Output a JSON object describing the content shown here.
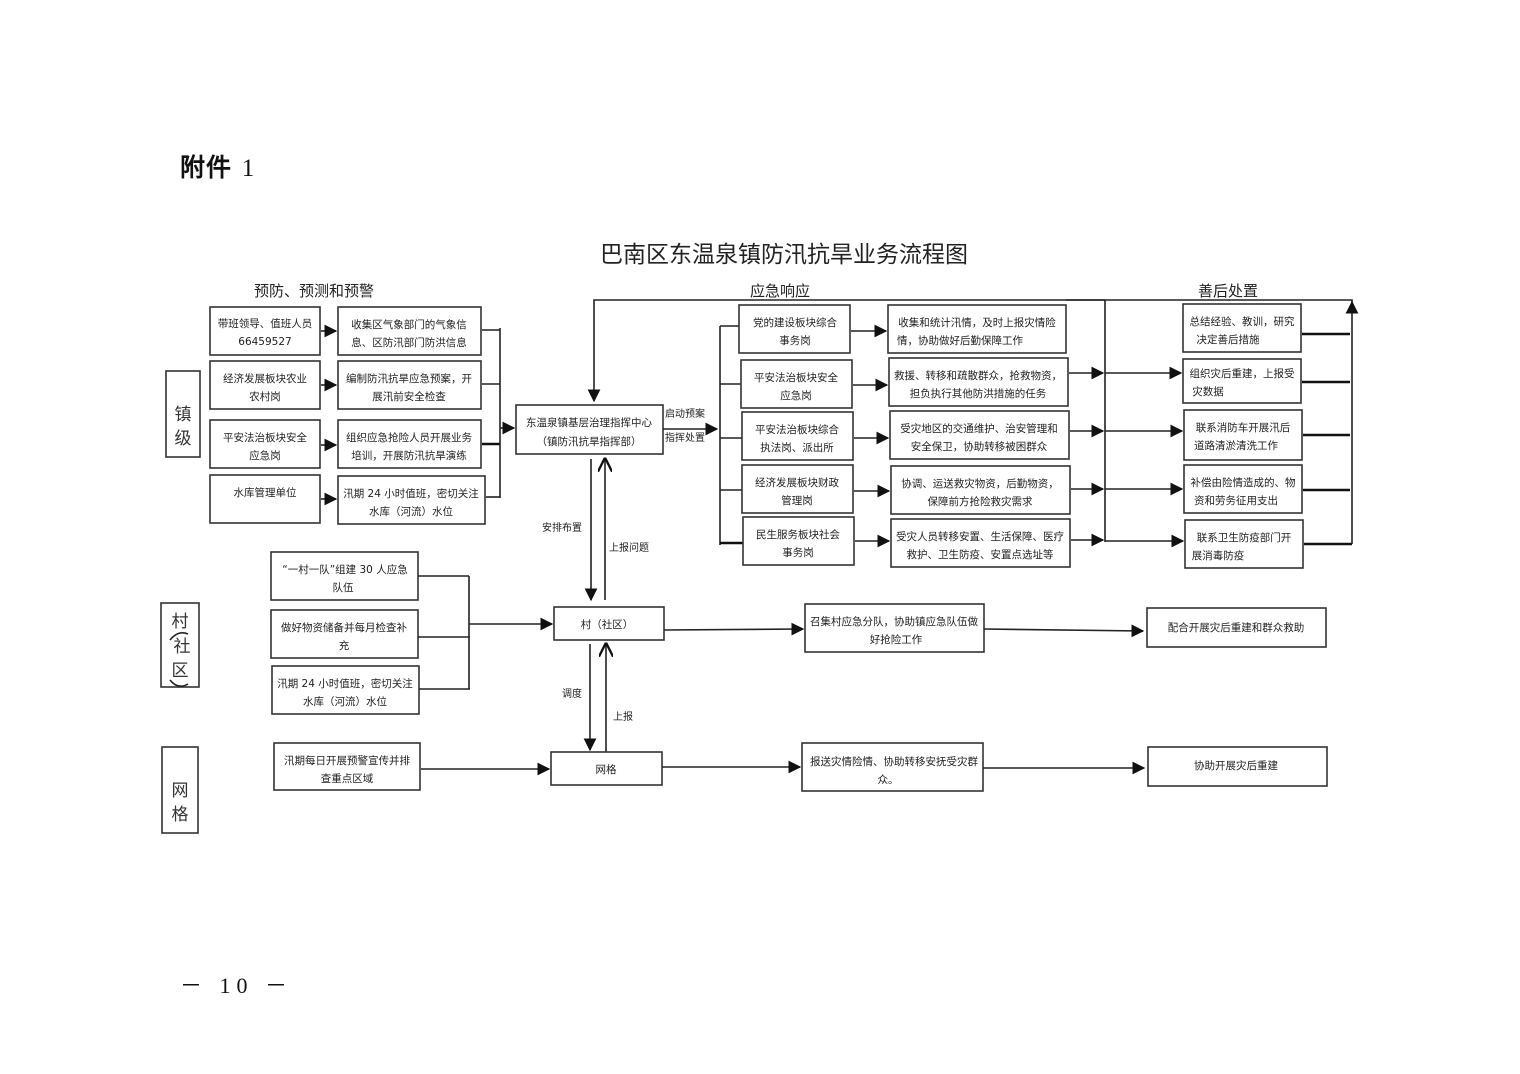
{
  "attachment": {
    "label": "附件",
    "number": "1"
  },
  "page_number": "－ 10 －",
  "diagram": {
    "title": "巴南区东温泉镇防汛抗旱业务流程图",
    "sections": {
      "prevention": "预防、预测和预警",
      "response": "应急响应",
      "aftermath": "善后处置"
    },
    "levels": {
      "town": [
        "镇",
        "级"
      ],
      "village": [
        "村",
        "社",
        "区"
      ],
      "grid": [
        "网",
        "格"
      ]
    },
    "town_actors": [
      [
        "带班领导、值班人员",
        "66459527"
      ],
      [
        "经济发展板块农业",
        "农村岗"
      ],
      [
        "平安法治板块安全",
        "应急岗"
      ],
      [
        "水库管理单位"
      ]
    ],
    "town_prevention_tasks": [
      [
        "收集区气象部门的气象信",
        "息、区防汛部门防洪信息"
      ],
      [
        "编制防汛抗旱应急预案，开",
        "展汛前安全检查"
      ],
      [
        "组织应急抢险人员开展业务",
        "培训，开展防汛抗旱演练"
      ],
      [
        "汛期 24 小时值班，密切关注",
        "水库（河流）水位"
      ]
    ],
    "command_center": [
      "东温泉镇基层治理指挥中心",
      "（镇防汛抗旱指挥部）"
    ],
    "command_edge_labels": [
      "启动预案",
      "指挥处置"
    ],
    "response_units": [
      [
        "党的建设板块综合",
        "事务岗"
      ],
      [
        "平安法治板块安全",
        "应急岗"
      ],
      [
        "平安法治板块综合",
        "执法岗、派出所"
      ],
      [
        "经济发展板块财政",
        "管理岗"
      ],
      [
        "民生服务板块社会",
        "事务岗"
      ]
    ],
    "response_tasks": [
      [
        "收集和统计汛情，及时上报灾情险",
        "情，协助做好后勤保障工作"
      ],
      [
        "救援、转移和疏散群众，抢救物资，",
        "担负执行其他防洪措施的任务"
      ],
      [
        "受灾地区的交通维护、治安管理和",
        "安全保卫，协助转移被困群众"
      ],
      [
        "协调、运送救灾物资，后勤物资，",
        "保障前方抢险救灾需求"
      ],
      [
        "受灾人员转移安置、生活保障、医疗",
        "救护、卫生防疫、安置点选址等"
      ]
    ],
    "aftermath_tasks": [
      [
        "总结经验、教训，研究",
        "决定善后措施"
      ],
      [
        "组织灾后重建，上报受",
        "灾数据"
      ],
      [
        "联系消防车开展汛后",
        "道路清淤清洗工作"
      ],
      [
        "补偿由险情造成的、物",
        "资和劳务征用支出"
      ],
      [
        "联系卫生防疫部门开",
        "展消毒防疫"
      ]
    ],
    "vertical_labels": {
      "arrange": "安排布置",
      "report_problem": "上报问题",
      "dispatch": "调度",
      "report": "上报"
    },
    "village_tasks": [
      [
        "“一村一队”组建 30 人应急",
        "队伍"
      ],
      [
        "做好物资储备并每月检查补",
        "充"
      ],
      [
        "汛期 24 小时值班，密切关注",
        "水库（河流）水位"
      ]
    ],
    "village_node": "村（社区）",
    "village_response": [
      "召集村应急分队，协助镇应急队伍做",
      "好抢险工作"
    ],
    "village_aftermath": "配合开展灾后重建和群众救助",
    "grid_task": [
      "汛期每日开展预警宣传并排",
      "查重点区域"
    ],
    "grid_node": "网格",
    "grid_response": [
      "报送灾情险情、协助转移安抚受灾群",
      "众。"
    ],
    "grid_aftermath": "协助开展灾后重建"
  }
}
